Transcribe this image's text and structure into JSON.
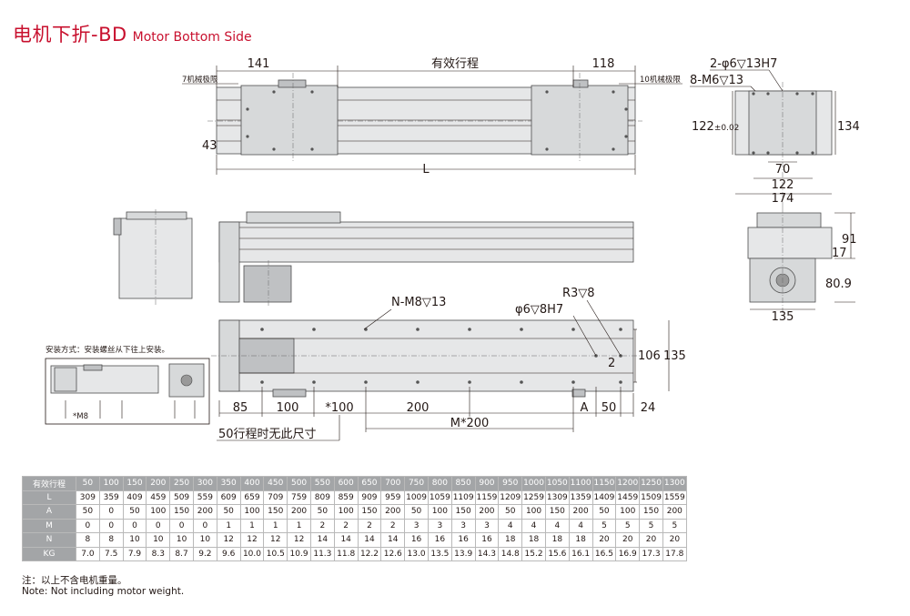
{
  "title": {
    "cn": "电机下折-BD",
    "en": "Motor Bottom Side"
  },
  "top_view": {
    "dim_left": "141",
    "dim_stroke": "有效行程",
    "dim_right": "118",
    "limit_left": "7机械极限",
    "limit_right": "10机械极限",
    "dim_height": "43",
    "dim_length": "L"
  },
  "end_view": {
    "hole_spec_1": "2-φ6▽13H7",
    "hole_spec_2": "8-M6▽13",
    "dim_122_tol": "122",
    "tol_text": "±0.02",
    "dim_134": "134",
    "dim_70": "70",
    "dim_122": "122",
    "dim_174": "174"
  },
  "side_end_view": {
    "dim_91": "91",
    "dim_17": "17",
    "dim_80_9": "80.9",
    "dim_135": "135"
  },
  "bottom_view": {
    "n_m8": "N-M8▽13",
    "r3": "R3▽8",
    "phi6": "φ6▽8H7",
    "dim_2": "2",
    "dim_106": "106",
    "dim_135": "135",
    "dim_85": "85",
    "dim_100": "100",
    "dim_100x": "*100",
    "dim_200": "200",
    "dim_A": "A",
    "dim_50": "50",
    "dim_24": "24",
    "dim_m200": "M*200",
    "note_50": "50行程时无此尺寸"
  },
  "install": {
    "label": "安装方式：安装螺丝从下往上安装。",
    "screw": "*M8"
  },
  "table": {
    "header_label": "有效行程",
    "strokes": [
      "50",
      "100",
      "150",
      "200",
      "250",
      "300",
      "350",
      "400",
      "450",
      "500",
      "550",
      "600",
      "650",
      "700",
      "750",
      "800",
      "850",
      "900",
      "950",
      "1000",
      "1050",
      "1100",
      "1150",
      "1200",
      "1250",
      "1300"
    ],
    "rows": [
      {
        "label": "L",
        "values": [
          "309",
          "359",
          "409",
          "459",
          "509",
          "559",
          "609",
          "659",
          "709",
          "759",
          "809",
          "859",
          "909",
          "959",
          "1009",
          "1059",
          "1109",
          "1159",
          "1209",
          "1259",
          "1309",
          "1359",
          "1409",
          "1459",
          "1509",
          "1559"
        ]
      },
      {
        "label": "A",
        "values": [
          "50",
          "0",
          "50",
          "100",
          "150",
          "200",
          "50",
          "100",
          "150",
          "200",
          "50",
          "100",
          "150",
          "200",
          "50",
          "100",
          "150",
          "200",
          "50",
          "100",
          "150",
          "200",
          "50",
          "100",
          "150",
          "200"
        ]
      },
      {
        "label": "M",
        "values": [
          "0",
          "0",
          "0",
          "0",
          "0",
          "0",
          "1",
          "1",
          "1",
          "1",
          "2",
          "2",
          "2",
          "2",
          "3",
          "3",
          "3",
          "3",
          "4",
          "4",
          "4",
          "4",
          "5",
          "5",
          "5",
          "5"
        ]
      },
      {
        "label": "N",
        "values": [
          "8",
          "8",
          "10",
          "10",
          "10",
          "10",
          "12",
          "12",
          "12",
          "12",
          "14",
          "14",
          "14",
          "14",
          "16",
          "16",
          "16",
          "16",
          "18",
          "18",
          "18",
          "18",
          "20",
          "20",
          "20",
          "20"
        ]
      },
      {
        "label": "KG",
        "values": [
          "7.0",
          "7.5",
          "7.9",
          "8.3",
          "8.7",
          "9.2",
          "9.6",
          "10.0",
          "10.5",
          "10.9",
          "11.3",
          "11.8",
          "12.2",
          "12.6",
          "13.0",
          "13.5",
          "13.9",
          "14.3",
          "14.8",
          "15.2",
          "15.6",
          "16.1",
          "16.5",
          "16.9",
          "17.3",
          "17.8"
        ]
      }
    ]
  },
  "notes": {
    "cn": "注：以上不含电机重量。",
    "en": "Note: Not including motor weight."
  },
  "colors": {
    "title": "#c8102e",
    "table_header": "#a3a5a7",
    "part_fill": "#d7d9da"
  }
}
